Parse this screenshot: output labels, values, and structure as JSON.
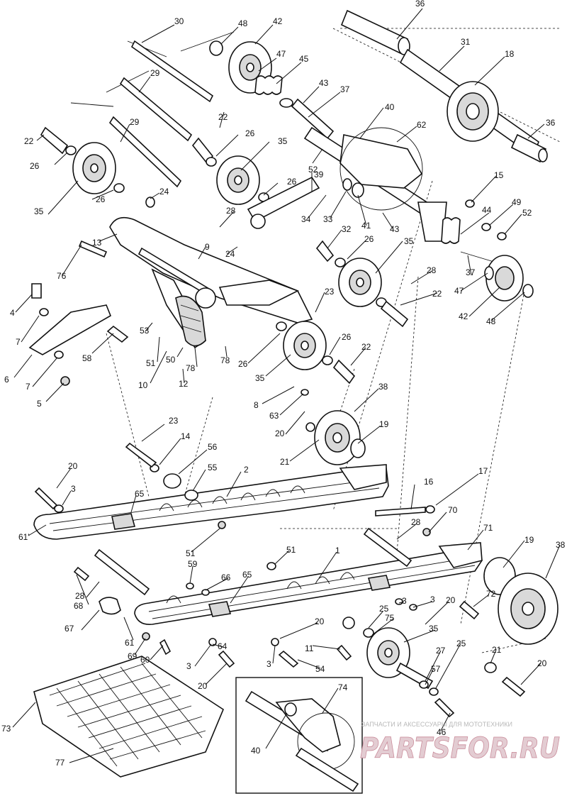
{
  "diagram": {
    "labels": [
      {
        "id": "l36a",
        "text": "36"
      },
      {
        "id": "l30",
        "text": "30"
      },
      {
        "id": "l48a",
        "text": "48"
      },
      {
        "id": "l42a",
        "text": "42"
      },
      {
        "id": "l31",
        "text": "31"
      },
      {
        "id": "l18",
        "text": "18"
      },
      {
        "id": "l47a",
        "text": "47"
      },
      {
        "id": "l45",
        "text": "45"
      },
      {
        "id": "l29a",
        "text": "29"
      },
      {
        "id": "l43a",
        "text": "43"
      },
      {
        "id": "l37a",
        "text": "37"
      },
      {
        "id": "l22a",
        "text": "22"
      },
      {
        "id": "l40a",
        "text": "40"
      },
      {
        "id": "l29b",
        "text": "29"
      },
      {
        "id": "l36b",
        "text": "36"
      },
      {
        "id": "l62",
        "text": "62"
      },
      {
        "id": "l22b",
        "text": "22"
      },
      {
        "id": "l26a",
        "text": "26"
      },
      {
        "id": "l26b",
        "text": "26"
      },
      {
        "id": "l35a",
        "text": "35"
      },
      {
        "id": "l52a",
        "text": "52"
      },
      {
        "id": "l39",
        "text": "39"
      },
      {
        "id": "l26c",
        "text": "26"
      },
      {
        "id": "l24a",
        "text": "24"
      },
      {
        "id": "l35b",
        "text": "35"
      },
      {
        "id": "l26d",
        "text": "26"
      },
      {
        "id": "l15",
        "text": "15"
      },
      {
        "id": "l49",
        "text": "49"
      },
      {
        "id": "l44",
        "text": "44"
      },
      {
        "id": "l52b",
        "text": "52"
      },
      {
        "id": "l28a",
        "text": "28"
      },
      {
        "id": "l34",
        "text": "34"
      },
      {
        "id": "l33",
        "text": "33"
      },
      {
        "id": "l41",
        "text": "41"
      },
      {
        "id": "l43b",
        "text": "43"
      },
      {
        "id": "l13",
        "text": "13"
      },
      {
        "id": "l32",
        "text": "32"
      },
      {
        "id": "l26e",
        "text": "26"
      },
      {
        "id": "l35c",
        "text": "35"
      },
      {
        "id": "l9",
        "text": "9"
      },
      {
        "id": "l24b",
        "text": "24"
      },
      {
        "id": "l76",
        "text": "76"
      },
      {
        "id": "l37b",
        "text": "37"
      },
      {
        "id": "l28b",
        "text": "28"
      },
      {
        "id": "l47b",
        "text": "47"
      },
      {
        "id": "l22c",
        "text": "22"
      },
      {
        "id": "l42b",
        "text": "42"
      },
      {
        "id": "l48b",
        "text": "48"
      },
      {
        "id": "l4",
        "text": "4"
      },
      {
        "id": "l23a",
        "text": "23"
      },
      {
        "id": "l7a",
        "text": "7"
      },
      {
        "id": "l53",
        "text": "53"
      },
      {
        "id": "l26f",
        "text": "26"
      },
      {
        "id": "l58",
        "text": "58"
      },
      {
        "id": "l51a",
        "text": "51"
      },
      {
        "id": "l50",
        "text": "50"
      },
      {
        "id": "l78a",
        "text": "78"
      },
      {
        "id": "l78b",
        "text": "78"
      },
      {
        "id": "l26g",
        "text": "26"
      },
      {
        "id": "l22d",
        "text": "22"
      },
      {
        "id": "l6",
        "text": "6"
      },
      {
        "id": "l7b",
        "text": "7"
      },
      {
        "id": "l10",
        "text": "10"
      },
      {
        "id": "l12",
        "text": "12"
      },
      {
        "id": "l35d",
        "text": "35"
      },
      {
        "id": "l5",
        "text": "5"
      },
      {
        "id": "l8",
        "text": "8"
      },
      {
        "id": "l38a",
        "text": "38"
      },
      {
        "id": "l63",
        "text": "63"
      },
      {
        "id": "l19a",
        "text": "19"
      },
      {
        "id": "l20a",
        "text": "20"
      },
      {
        "id": "l23b",
        "text": "23"
      },
      {
        "id": "l14",
        "text": "14"
      },
      {
        "id": "l21a",
        "text": "21"
      },
      {
        "id": "l56",
        "text": "56"
      },
      {
        "id": "l55",
        "text": "55"
      },
      {
        "id": "l2",
        "text": "2"
      },
      {
        "id": "l20b",
        "text": "20"
      },
      {
        "id": "l3a",
        "text": "3"
      },
      {
        "id": "l65a",
        "text": "65"
      },
      {
        "id": "l17",
        "text": "17"
      },
      {
        "id": "l16",
        "text": "16"
      },
      {
        "id": "l70",
        "text": "70"
      },
      {
        "id": "l28c",
        "text": "28"
      },
      {
        "id": "l71",
        "text": "71"
      },
      {
        "id": "l19b",
        "text": "19"
      },
      {
        "id": "l38b",
        "text": "38"
      },
      {
        "id": "l61a",
        "text": "61'"
      },
      {
        "id": "l51b",
        "text": "51"
      },
      {
        "id": "l51c",
        "text": "51"
      },
      {
        "id": "l1",
        "text": "1"
      },
      {
        "id": "l59",
        "text": "59"
      },
      {
        "id": "l66",
        "text": "66"
      },
      {
        "id": "l65b",
        "text": "65"
      },
      {
        "id": "l72",
        "text": "72"
      },
      {
        "id": "l28d",
        "text": "28"
      },
      {
        "id": "l68",
        "text": "68"
      },
      {
        "id": "l3b",
        "text": "3"
      },
      {
        "id": "l3c",
        "text": "3"
      },
      {
        "id": "l20c",
        "text": "20"
      },
      {
        "id": "l25a",
        "text": "25"
      },
      {
        "id": "l75",
        "text": "75"
      },
      {
        "id": "l20d",
        "text": "20"
      },
      {
        "id": "l67",
        "text": "67"
      },
      {
        "id": "l61b",
        "text": "61"
      },
      {
        "id": "l35e",
        "text": "35"
      },
      {
        "id": "l11",
        "text": "11"
      },
      {
        "id": "l69",
        "text": "69"
      },
      {
        "id": "l60",
        "text": "60"
      },
      {
        "id": "l64",
        "text": "64"
      },
      {
        "id": "l3d",
        "text": "3"
      },
      {
        "id": "l27",
        "text": "27"
      },
      {
        "id": "l25b",
        "text": "25"
      },
      {
        "id": "l21b",
        "text": "21"
      },
      {
        "id": "l20e",
        "text": "20"
      },
      {
        "id": "l3e",
        "text": "3"
      },
      {
        "id": "l54",
        "text": "54"
      },
      {
        "id": "l57",
        "text": "57"
      },
      {
        "id": "l20f",
        "text": "20"
      },
      {
        "id": "l46",
        "text": "46"
      },
      {
        "id": "l74",
        "text": "74"
      },
      {
        "id": "l73",
        "text": "73"
      },
      {
        "id": "l40b",
        "text": "40"
      },
      {
        "id": "l77",
        "text": "77"
      }
    ]
  },
  "watermark": {
    "caption": "ЗАПЧАСТИ И АКСЕССУАРЫ ДЛЯ МОТОТЕХНИКИ",
    "brand": "PARTSFOR.RU"
  },
  "colors": {
    "line": "#111111",
    "watermark_fill": "#e3ccd2",
    "watermark_stroke": "#c98a99"
  }
}
